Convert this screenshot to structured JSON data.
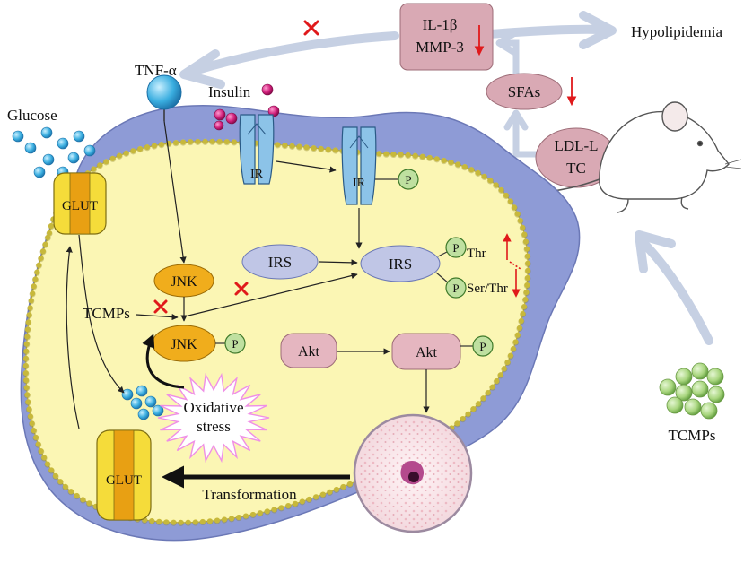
{
  "labels": {
    "il1b": "IL-1β",
    "mmp3": "MMP-3",
    "hypolipidemia": "Hypolipidemia",
    "sfas": "SFAs",
    "ldl": "LDL-L",
    "tc": "TC",
    "tnf": "TNF-α",
    "insulin": "Insulin",
    "glucose": "Glucose",
    "glut_top": "GLUT",
    "glut_bottom": "GLUT",
    "ir_left": "IR",
    "ir_right": "IR",
    "irs_left": "IRS",
    "irs_right": "IRS",
    "jnk_top": "JNK",
    "jnk_bottom": "JNK",
    "akt_left": "Akt",
    "akt_right": "Akt",
    "tcmps_inner": "TCMPs",
    "tcmps_outer": "TCMPs",
    "thr": "Thr",
    "serthr": "Ser/Thr",
    "oxidative": "Oxidative",
    "stress": "stress",
    "transformation": "Transformation",
    "p": "P"
  },
  "colors": {
    "membrane_fill": "#8e9bd6",
    "cytoplasm": "#fbf6b4",
    "bilayer_head": "#e8d84a",
    "pink_box": "#d9a9b4",
    "irs_fill": "#c0c6e6",
    "jnk_fill": "#f0ad1c",
    "akt_fill": "#e5b6c0",
    "p_fill": "#bfe0a0",
    "inhibit_x": "#e0191b",
    "down_arrow": "#e0191b",
    "gray_arrow": "#c0cbe0",
    "glucose_blue": "#3aaee0",
    "tcmp_green": "#a9d67f",
    "starburst": "#ef8fe6"
  }
}
